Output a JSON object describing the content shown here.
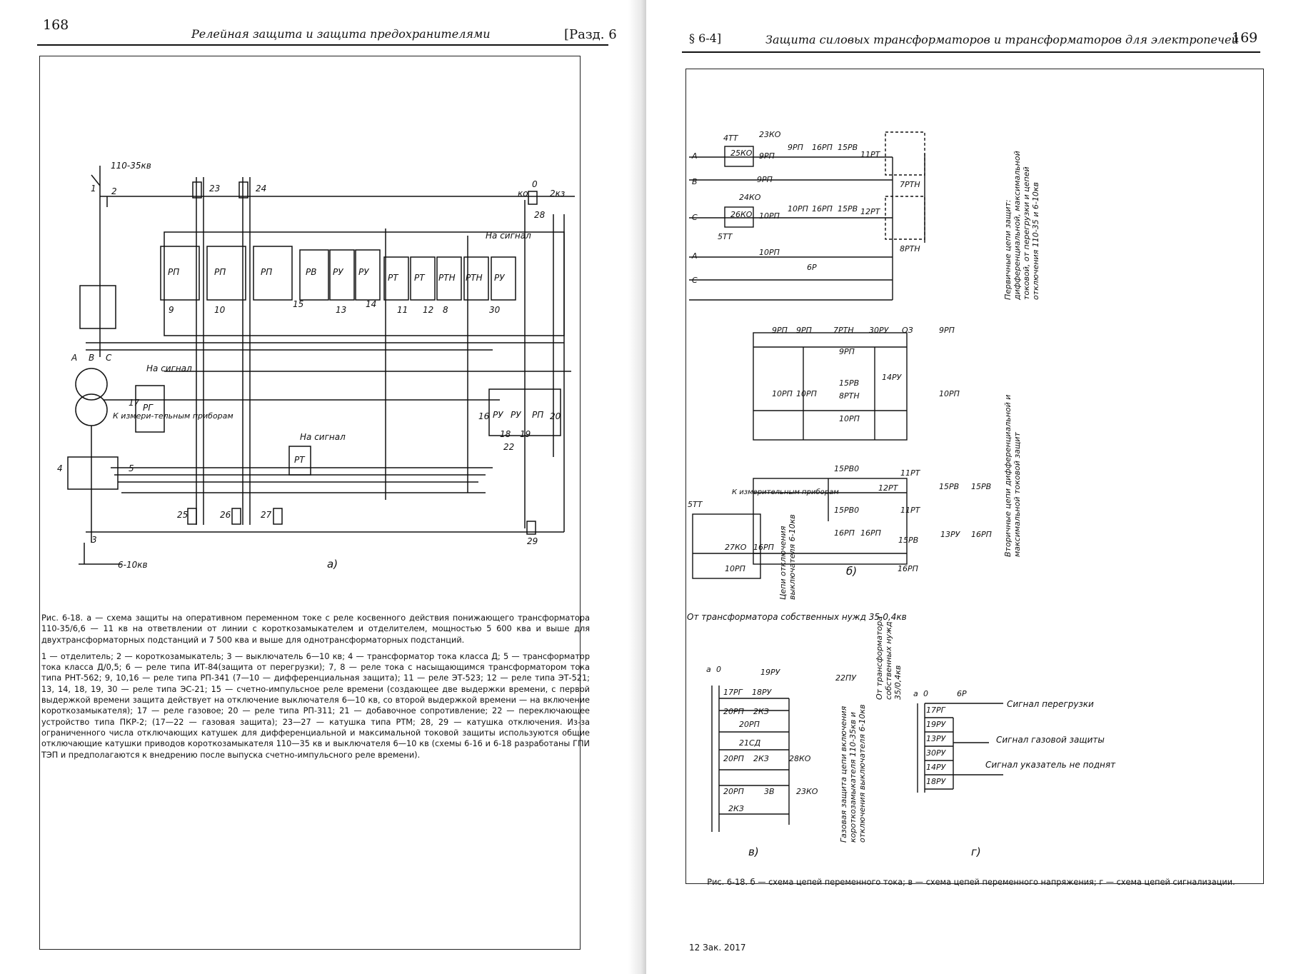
{
  "left_page": {
    "page_number": "168",
    "running_head": "Релейная защита и защита предохранителями",
    "section": "[Разд. 6",
    "figure_label": "а)",
    "caption_title": "Рис. 6-18. а — схема защиты на оперативном переменном токе с реле косвенного действия понижающего трансформатора 110-35/6,6 — 11 кв на ответвлении от линии с короткозамыкателем и отделителем, мощностью 5 600 ква и выше для двухтрансформаторных подстанций и 7 500 ква и выше для однотрансформаторных подстанций.",
    "caption_legend": "1 — отделитель; 2 — короткозамыкатель; 3 — выключатель 6—10 кв; 4 — трансформатор тока класса Д; 5 — трансформатор тока класса Д/0,5; 6 — реле типа ИТ-84(защита от перегрузки); 7, 8 — реле тока с насыщающимся трансформатором тока типа РНТ-562; 9, 10,16 — реле типа РП-341 (7—10 — дифференциальная защита); 11 — реле ЭТ-523; 12 — реле типа ЭТ-521; 13, 14, 18, 19, 30 — реле типа ЭС-21; 15 — счетно-импульсное реле времени (создающее две выдержки времени, с первой выдержкой времени защита действует на отключение выключателя 6—10 кв, со второй выдержкой времени — на включение короткозамыкателя); 17 — реле газовое; 20 — реле типа РП-311; 21 — добавочное сопротивление; 22 — переключающее устройство типа ПКР-2; (17—22 — газовая защита); 23—27 — катушка типа РТМ; 28, 29 — катушка отключения. Из-за ограниченного числа отключающих катушек для дифференциальной и максимальной токовой защиты используются общие отключающие катушки приводов короткозамыкателя 110—35 кв и выключателя 6—10 кв (схемы 6-16 и 6-18 разработаны ГПИ ТЭП и предполагаются к внедрению после выпуска счетно-импульсного реле времени).",
    "labels": {
      "hv": "110-35кв",
      "lv": "6-10кв",
      "signal": "На сигнал",
      "meter": "К измери-тельным приборам",
      "relays": [
        "РП",
        "РП",
        "РП",
        "РВ",
        "РУ",
        "РУ",
        "РТ",
        "РТ",
        "РТН",
        "РТН",
        "РУ"
      ],
      "relays2": [
        "РГ",
        "РУ",
        "РУ",
        "РП",
        "РТ"
      ],
      "numbers": [
        "1",
        "2",
        "3",
        "4",
        "5",
        "9",
        "10",
        "11",
        "12",
        "13",
        "14",
        "15",
        "16",
        "17",
        "18",
        "19",
        "20",
        "22",
        "23",
        "24",
        "25",
        "26",
        "27",
        "28",
        "29",
        "30",
        "8"
      ],
      "phases": [
        "А",
        "В",
        "С"
      ],
      "breaker": [
        "ко",
        "2кз",
        "0"
      ]
    }
  },
  "right_page": {
    "page_number": "169",
    "section": "§ 6-4]",
    "running_head": "Защита силовых трансформаторов и трансформаторов для электропечей",
    "footer": "12  Зак. 2017",
    "caption": "Рис. 6-18. б — схема цепей переменного тока; в — схема цепей переменного напряжения; г — схема цепей сигнализации.",
    "sub_b": "б)",
    "sub_v": "в)",
    "sub_g": "г)",
    "vlabel_primary": "Первичные цепи защит: дифференциальной, максимальной токовой, от перегрузки и цепей отключения 110-35 и 6-10кв",
    "vlabel_secondary": "Вторичные цепи дифференциальной и максимальной токовой защит",
    "vlabel_off": "Цепи отключения выключателя 6-10кв",
    "vlabel_gas": "Газовая защита цепи включения короткозамыкателя 110-35кв и отключения выключателя 6-10кв",
    "vlabel_own": "От трансформатора собственных нужд 35/0,4кв",
    "from_own": "От трансформатора собственных нужд 35-0,4кв",
    "sig_overload": "Сигнал перегрузки",
    "sig_gas": "Сигнал газовой защиты",
    "sig_flag": "Сигнал указатель не поднят",
    "meter": "К измерительным приборам",
    "b_labels": [
      "4ТТ",
      "23КО",
      "25КО",
      "9РП",
      "9РП",
      "16РП",
      "15РВ",
      "11РТ",
      "9РП",
      "7РТН",
      "24КО",
      "26КО",
      "10РП",
      "10РП",
      "16РП",
      "15РВ",
      "12РТ",
      "8РТН",
      "10РП",
      "5ТТ",
      "6Р"
    ],
    "b_phases": [
      "А",
      "В",
      "С",
      "А",
      "С"
    ],
    "v1": [
      "9РП",
      "9РП",
      "7РТН",
      "30РУ",
      "ОЗ",
      "9РП",
      "9РП"
    ],
    "v2": [
      "10РП",
      "10РП",
      "15РВ",
      "14РУ",
      "8РТН",
      "10РП",
      "10РП"
    ],
    "v3": [
      "15РВ0",
      "11РТ",
      "12РТ",
      "15РВ",
      "15РВ",
      "15РВ0",
      "11РТ"
    ],
    "v4": [
      "16РП",
      "16РП",
      "15РВ",
      "13РУ",
      "16РП",
      "16РП"
    ],
    "off": [
      "5ТТ",
      "27КО",
      "16РП",
      "10РП"
    ],
    "gas": [
      "19РУ",
      "22ПУ",
      "17РГ",
      "18РУ",
      "20РП",
      "2КЗ",
      "20РП",
      "21СД",
      "20РП",
      "2КЗ",
      "28КО",
      "20РП",
      "3В",
      "23КО",
      "2КЗ",
      "а",
      "0"
    ],
    "sig": [
      "6Р",
      "17РГ",
      "19РУ",
      "13РУ",
      "30РУ",
      "14РУ",
      "18РУ",
      "а",
      "0"
    ]
  }
}
